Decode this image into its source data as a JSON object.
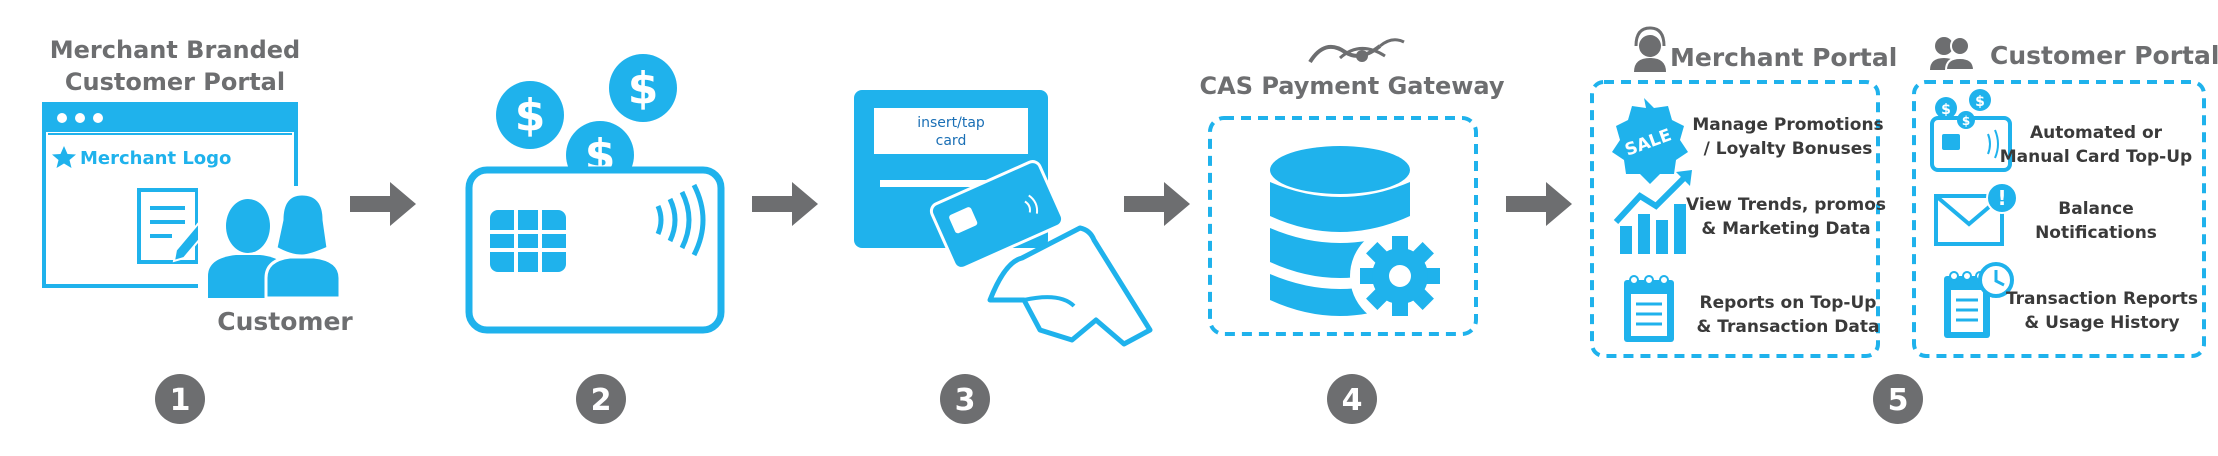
{
  "step1": {
    "title_line1": "Merchant Branded",
    "title_line2": "Customer Portal",
    "logo_text": "Merchant Logo",
    "customer_label": "Customer",
    "number": "1"
  },
  "step2": {
    "number": "2"
  },
  "step3": {
    "screen_line1": "insert/tap",
    "screen_line2": "card",
    "number": "3"
  },
  "step4": {
    "title": "CAS Payment Gateway",
    "number": "4"
  },
  "merchant_portal": {
    "title": "Merchant Portal",
    "sale_text": "SALE",
    "items": [
      {
        "line1": "Manage Promotions",
        "line2": "/ Loyalty Bonuses"
      },
      {
        "line1": "View Trends, promos",
        "line2": "& Marketing Data"
      },
      {
        "line1": "Reports on  Top-Up",
        "line2": "& Transaction Data"
      }
    ]
  },
  "customer_portal": {
    "title": "Customer Portal",
    "items": [
      {
        "line1": "Automated or",
        "line2": "Manual Card Top-Up"
      },
      {
        "line1": "Balance",
        "line2": "Notifications"
      },
      {
        "line1": "Transaction Reports",
        "line2": "& Usage History"
      }
    ]
  },
  "step5": {
    "number": "5"
  },
  "colors": {
    "accent": "#1fb2ec",
    "dark_blue": "#1a6fb5",
    "grey": "#6d6e70"
  }
}
